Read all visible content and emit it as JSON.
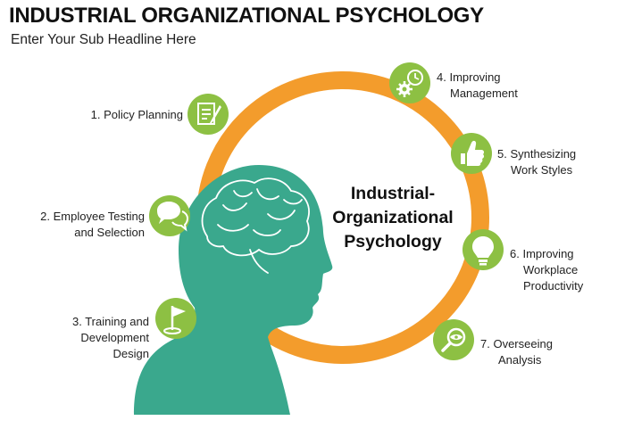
{
  "header": {
    "title": "INDUSTRIAL ORGANIZATIONAL PSYCHOLOGY",
    "subtitle": "Enter Your Sub Headline Here"
  },
  "center": {
    "lines": [
      "Industrial-",
      "Organizational",
      "Psychology"
    ]
  },
  "colors": {
    "ring": "#f39c2c",
    "head": "#3aa88d",
    "icon_circle": "#8dc043",
    "icon_glyph": "#ffffff"
  },
  "items": [
    {
      "lines": [
        "1. Policy Planning"
      ],
      "icon": "document-edit-icon"
    },
    {
      "lines": [
        "2. Employee Testing",
        "and Selection"
      ],
      "icon": "chat-bubbles-icon"
    },
    {
      "lines": [
        "3. Training and",
        "Development",
        "Design"
      ],
      "icon": "flag-icon"
    },
    {
      "lines": [
        "4. Improving",
        "Management"
      ],
      "icon": "gear-clock-icon"
    },
    {
      "lines": [
        "5. Synthesizing",
        "Work Styles"
      ],
      "icon": "thumbs-up-icon"
    },
    {
      "lines": [
        "6. Improving",
        "Workplace",
        "Productivity"
      ],
      "icon": "lightbulb-icon"
    },
    {
      "lines": [
        "7. Overseeing",
        "Analysis"
      ],
      "icon": "magnifier-eye-icon"
    }
  ]
}
